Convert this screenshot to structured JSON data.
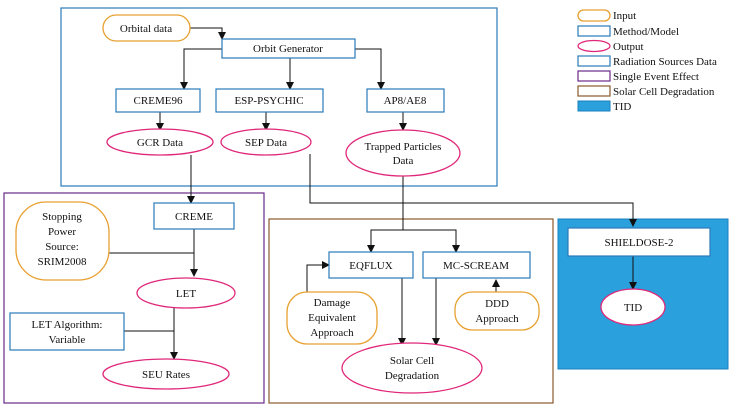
{
  "colors": {
    "input": "#e8a030",
    "method": "#2a7ab8",
    "output": "#e0287a",
    "radiation_frame": "#2a7ab8",
    "see_frame": "#6a2a8a",
    "solar_frame": "#8a5a2a",
    "tid_fill": "#2aa0dc"
  },
  "legend": {
    "input": "Input",
    "method": "Method/Model",
    "output": "Output",
    "radiation": "Radiation Sources Data",
    "see": "Single Event Effect",
    "solar": "Solar Cell Degradation",
    "tid": "TID"
  },
  "nodes": {
    "orbital_data": "Orbital data",
    "orbit_generator": "Orbit Generator",
    "creme96": "CREME96",
    "esp_psychic": "ESP-PSYCHIC",
    "ap8_ae8": "AP8/AE8",
    "gcr_data": "GCR Data",
    "sep_data": "SEP Data",
    "trapped_line1": "Trapped Particles",
    "trapped_line2": "Data",
    "stopping_line1": "Stopping",
    "stopping_line2": "Power",
    "stopping_line3": "Source:",
    "stopping_line4": "SRIM2008",
    "creme": "CREME",
    "let": "LET",
    "let_algo_line1": "LET Algorithm:",
    "let_algo_line2": "Variable",
    "seu_rates": "SEU Rates",
    "eqflux": "EQFLUX",
    "mc_scream": "MC-SCREAM",
    "damage_line1": "Damage",
    "damage_line2": "Equivalent",
    "damage_line3": "Approach",
    "ddd_line1": "DDD",
    "ddd_line2": "Approach",
    "solar_line1": "Solar Cell",
    "solar_line2": "Degradation",
    "shieldose": "SHIELDOSE-2",
    "tid": "TID"
  }
}
